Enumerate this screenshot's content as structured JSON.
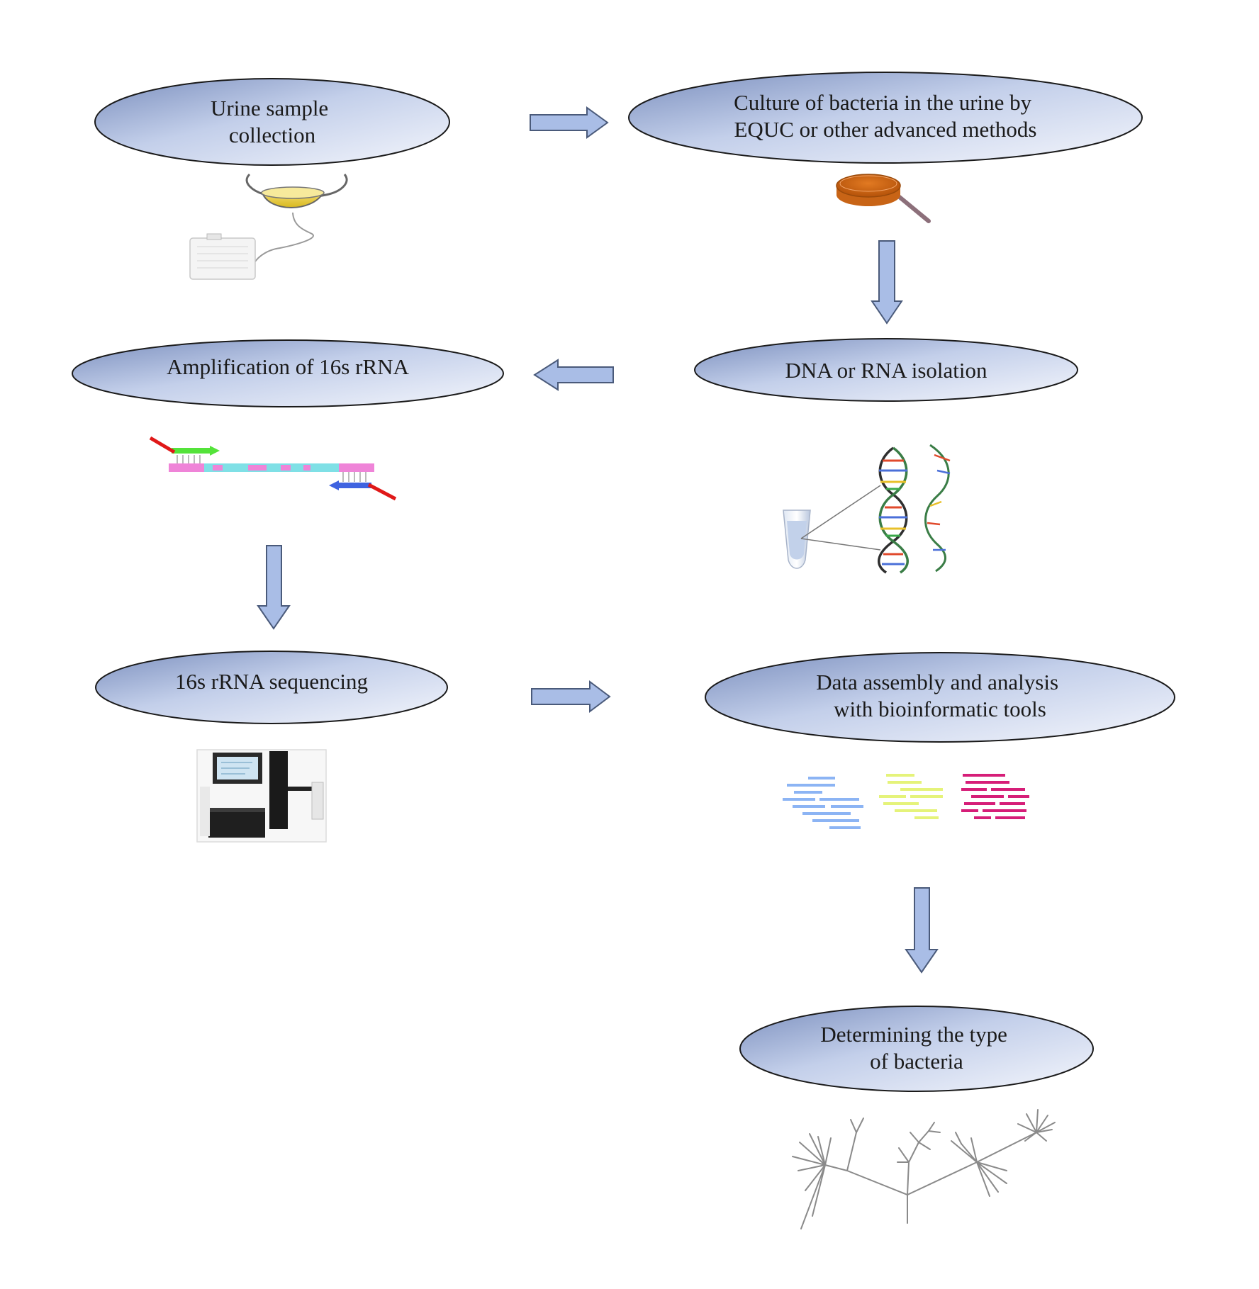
{
  "diagram": {
    "steps": [
      {
        "id": "urine",
        "lines": [
          "Urine sample",
          "collection"
        ]
      },
      {
        "id": "culture",
        "lines": [
          "Culture of bacteria in the urine by",
          "EQUC or other advanced methods"
        ]
      },
      {
        "id": "isolation",
        "lines": [
          "DNA or RNA isolation"
        ]
      },
      {
        "id": "amplification",
        "lines": [
          "Amplification of 16s rRNA"
        ]
      },
      {
        "id": "sequencing",
        "lines": [
          "16s rRNA sequencing"
        ]
      },
      {
        "id": "analysis",
        "lines": [
          "Data assembly and analysis",
          "with bioinformatic tools"
        ]
      },
      {
        "id": "typing",
        "lines": [
          "Determining the type",
          "of bacteria"
        ]
      }
    ],
    "arrows": [
      {
        "from": "urine",
        "to": "culture",
        "direction": "right"
      },
      {
        "from": "culture",
        "to": "isolation",
        "direction": "down"
      },
      {
        "from": "isolation",
        "to": "amplification",
        "direction": "left"
      },
      {
        "from": "amplification",
        "to": "sequencing",
        "direction": "down"
      },
      {
        "from": "sequencing",
        "to": "analysis",
        "direction": "right"
      },
      {
        "from": "analysis",
        "to": "typing",
        "direction": "down"
      }
    ],
    "illustrations": [
      {
        "step": "urine",
        "icon": "urine-collection-bag-icon"
      },
      {
        "step": "culture",
        "icon": "petri-dish-icon"
      },
      {
        "step": "isolation",
        "icon": "dna-helix-tube-icon"
      },
      {
        "step": "amplification",
        "icon": "pcr-primer-icon"
      },
      {
        "step": "sequencing",
        "icon": "sequencer-machine-icon"
      },
      {
        "step": "analysis",
        "icon": "sequence-reads-icon"
      },
      {
        "step": "typing",
        "icon": "phylogenetic-tree-icon"
      }
    ],
    "colors": {
      "ellipse_light": "#eef2fb",
      "ellipse_dark": "#7b8fbe",
      "ellipse_stroke": "#1a1a1a",
      "arrow_fill": "#a9bde6",
      "arrow_stroke": "#4a5a7a"
    }
  }
}
